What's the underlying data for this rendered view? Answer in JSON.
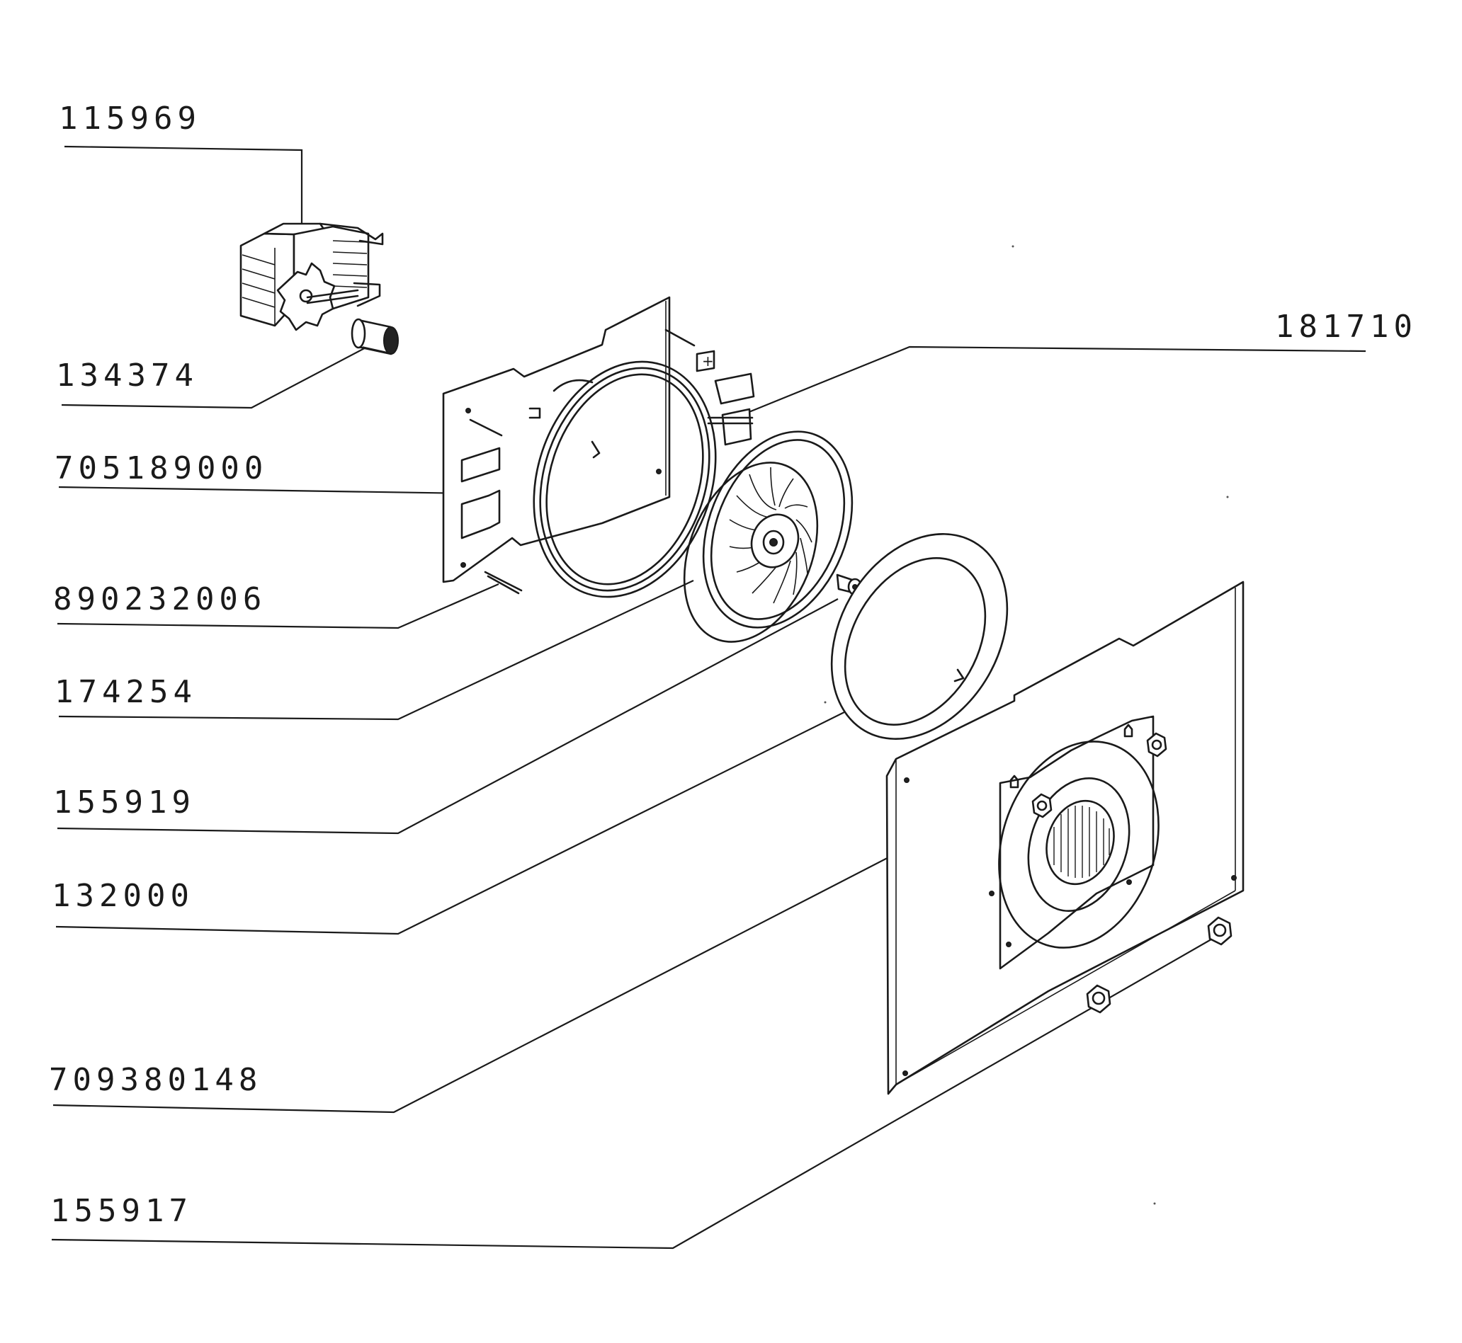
{
  "diagram": {
    "type": "exploded-parts-diagram",
    "parts": [
      {
        "id": "motor",
        "number": "115969",
        "icon": "motor-icon"
      },
      {
        "id": "coupling",
        "number": "134374",
        "icon": "coupling-icon"
      },
      {
        "id": "heater-element",
        "number": "181710",
        "icon": "heater-ring-icon"
      },
      {
        "id": "back-plate",
        "number": "705189000",
        "icon": "mounting-plate-icon"
      },
      {
        "id": "pin",
        "number": "890232006",
        "icon": "pin-icon"
      },
      {
        "id": "fan-wheel",
        "number": "174254",
        "icon": "fan-wheel-icon"
      },
      {
        "id": "fan-nut",
        "number": "155919",
        "icon": "nut-icon"
      },
      {
        "id": "fan-ring",
        "number": "132000",
        "icon": "ring-icon"
      },
      {
        "id": "rear-panel",
        "number": "709380148",
        "icon": "rear-panel-icon"
      },
      {
        "id": "panel-screw",
        "number": "155917",
        "icon": "screw-icon"
      }
    ]
  }
}
